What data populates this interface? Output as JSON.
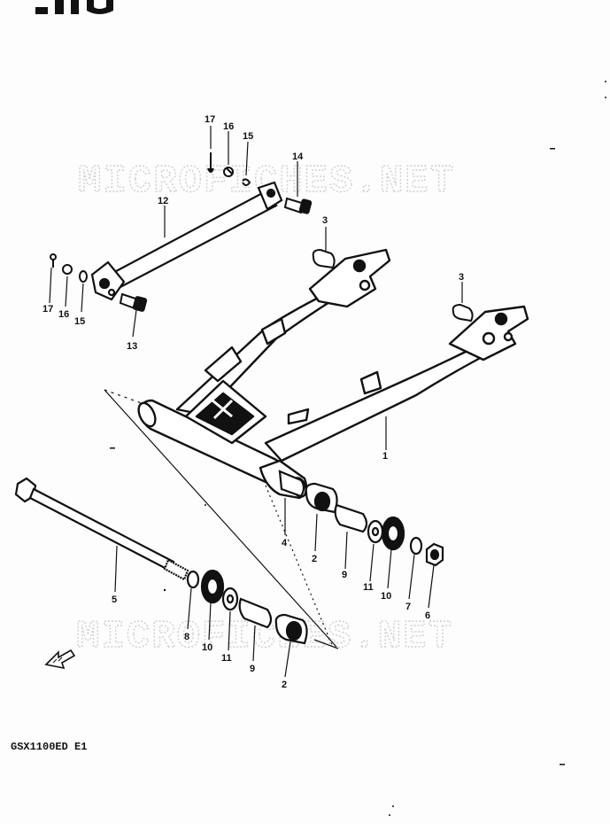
{
  "watermark": {
    "text": "MICROFICHES.NET"
  },
  "model_code": "GSX1100ED E1",
  "callouts": [
    {
      "id": "c17a",
      "label": "17"
    },
    {
      "id": "c16a",
      "label": "16"
    },
    {
      "id": "c15a",
      "label": "15"
    },
    {
      "id": "c14",
      "label": "14"
    },
    {
      "id": "c12",
      "label": "12"
    },
    {
      "id": "c3a",
      "label": "3"
    },
    {
      "id": "c3b",
      "label": "3"
    },
    {
      "id": "c17b",
      "label": "17"
    },
    {
      "id": "c16b",
      "label": "16"
    },
    {
      "id": "c15b",
      "label": "15"
    },
    {
      "id": "c13",
      "label": "13"
    },
    {
      "id": "c1",
      "label": "1"
    },
    {
      "id": "c4",
      "label": "4"
    },
    {
      "id": "c2a",
      "label": "2"
    },
    {
      "id": "c9a",
      "label": "9"
    },
    {
      "id": "c11a",
      "label": "11"
    },
    {
      "id": "c10a",
      "label": "10"
    },
    {
      "id": "c7",
      "label": "7"
    },
    {
      "id": "c6",
      "label": "6"
    },
    {
      "id": "c5",
      "label": "5"
    },
    {
      "id": "c8",
      "label": "8"
    },
    {
      "id": "c10b",
      "label": "10"
    },
    {
      "id": "c11b",
      "label": "11"
    },
    {
      "id": "c9b",
      "label": "9"
    },
    {
      "id": "c2b",
      "label": "2"
    }
  ],
  "colors": {
    "ink": "#111111",
    "watermark": "#cfcfcf",
    "paper": "#fdfdfd"
  }
}
